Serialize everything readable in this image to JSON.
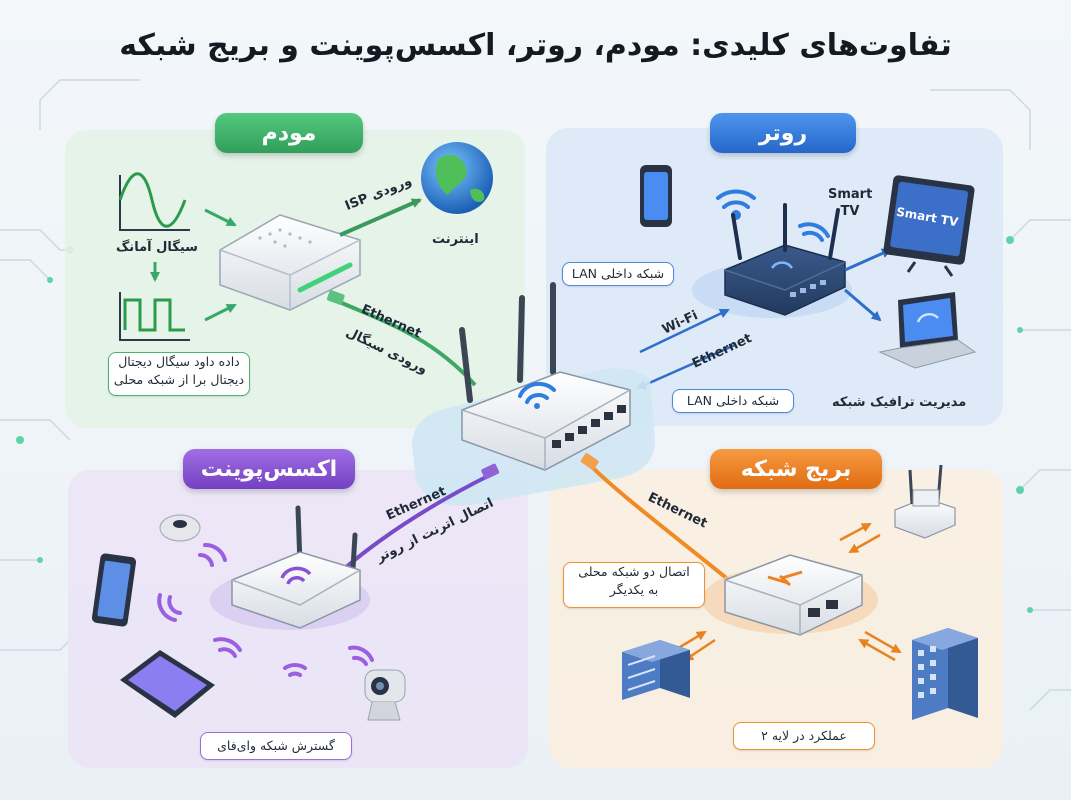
{
  "title": "تفاوت‌های کلیدی: مودم، روتر، اکسس‌پوینت و بریج شبکه",
  "sections": {
    "modem": {
      "label": "مودم",
      "color": "#3cb56a",
      "analog_signal": "سیگال آمانگ",
      "isp_input": "ورودی ISP",
      "internet": "اینترنت",
      "digital_note_line1": "داده داود سیگال دیجتال",
      "digital_note_line2": "دیجتال برا از شبکه محلی",
      "ethernet": "Ethernet",
      "signal_input": "ورودی سیگال"
    },
    "router": {
      "label": "روتر",
      "color": "#2f7de0",
      "smart_tv": "Smart TV",
      "smart_tv_screen": "Smart TV",
      "lan_internal_top": "شبکه داخلی LAN",
      "wifi": "Wi-Fi",
      "ethernet": "Ethernet",
      "lan_internal_bottom": "شبکه داخلی LAN",
      "traffic_management": "مدیریت ترافیک شبکه"
    },
    "access_point": {
      "label": "اکسس‌پوینت",
      "color": "#8a4fd6",
      "ethernet": "Ethernet",
      "connection": "اتصال اترنت از روتر",
      "wifi_extension": "گسترش شبکه وای‌فای"
    },
    "bridge": {
      "label": "بریج شبکه",
      "color": "#f07f1e",
      "ethernet": "Ethernet",
      "connect_note_line1": "اتصال دو شبکه محلی",
      "connect_note_line2": "به یکدیگر",
      "layer2": "عملکرد در لایه ۲"
    }
  }
}
